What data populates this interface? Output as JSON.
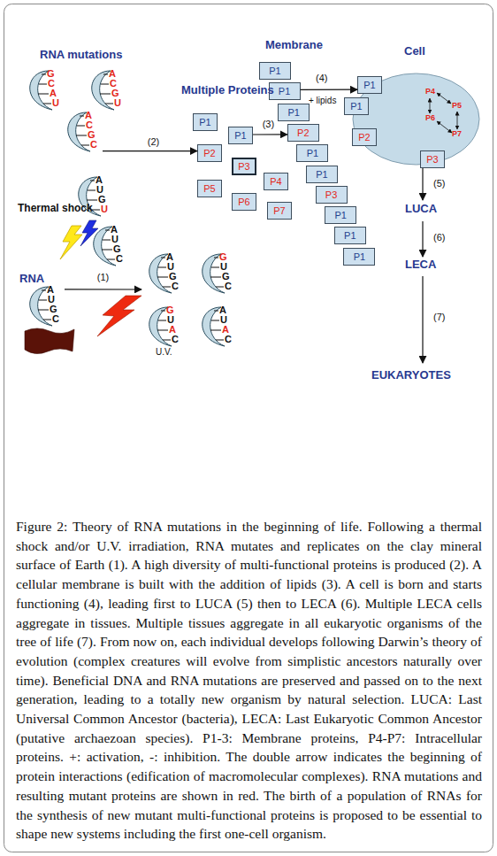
{
  "diagram": {
    "caption": "Figure 2: Theory of RNA mutations in the beginning of life. Following a thermal shock and/or U.V. irradiation, RNA mutates and replicates on the clay mineral surface of Earth (1). A high diversity of multi-functional proteins is produced (2). A cellular membrane is built with the addition of lipids (3). A cell is born and starts functioning (4), leading first to LUCA (5) then to LECA (6). Multiple LECA cells aggregate in tissues. Multiple tissues aggregate in all eukaryotic organisms of the tree of life (7). From now on, each individual develops following Darwin’s theory of evolution (complex creatures will evolve from simplistic ancestors naturally over time). Beneficial DNA and RNA mutations are preserved and passed on to the next generation, leading to a totally new organism by natural selection. LUCA: Last Universal Common Ancestor (bacteria), LECA: Last Eukaryotic Common Ancestor (putative archaezoan species). P1-3: Membrane proteins, P4-P7: Intracellular proteins. +: activation, -: inhibition. The double arrow indicates the beginning of protein interactions (edification of macromolecular complexes). RNA mutations and resulting mutant proteins are shown in red. The birth of a population of RNAs for the synthesis of new mutant multi-functional proteins is proposed to be essential to shape new systems including the first one-cell organism.",
    "nodes": [
      {
        "text": [
          "G",
          "C",
          "A",
          "U"
        ]
      },
      {
        "text": [
          "A",
          "C",
          "G",
          "U"
        ]
      },
      {
        "text": [
          "A",
          "C",
          "G",
          "C"
        ]
      },
      {
        "text": [
          "A",
          "U",
          "G",
          "U"
        ]
      },
      {
        "text": [
          "A",
          "U",
          "G",
          "C"
        ]
      },
      {
        "text": [
          "A",
          "U",
          "G",
          "C"
        ]
      },
      {
        "text": [
          "A",
          "U",
          "G",
          "C"
        ]
      },
      {
        "text": [
          "G",
          "U",
          "G",
          "C"
        ]
      },
      {
        "text": [
          "G",
          "U",
          "A",
          "C"
        ]
      },
      {
        "text": [
          "A",
          "U",
          "A",
          "C"
        ]
      },
      {
        "text": [
          "P1"
        ]
      },
      {
        "text": [
          "P1"
        ]
      },
      {
        "text": [
          "P2"
        ]
      },
      {
        "text": [
          "P3"
        ]
      },
      {
        "text": [
          "P4"
        ]
      },
      {
        "text": [
          "P5"
        ]
      },
      {
        "text": [
          "P6"
        ]
      },
      {
        "text": [
          "P7"
        ]
      },
      {
        "text": [
          "P1"
        ]
      },
      {
        "text": [
          "P1"
        ]
      },
      {
        "text": [
          "P1"
        ]
      },
      {
        "text": [
          "P2"
        ]
      },
      {
        "text": [
          "P1"
        ]
      },
      {
        "text": [
          "P1"
        ]
      },
      {
        "text": [
          "P3"
        ]
      },
      {
        "text": [
          "P1"
        ]
      },
      {
        "text": [
          "P1"
        ]
      },
      {
        "text": [
          "P1"
        ]
      },
      {
        "text": [
          "Cell"
        ]
      },
      {
        "text": [
          "P1"
        ],
        "in": 28
      },
      {
        "text": [
          "P1"
        ],
        "in": 28
      },
      {
        "text": [
          "P2"
        ],
        "in": 28
      },
      {
        "text": [
          "P3"
        ],
        "in": 28
      }
    ],
    "edges": [
      {
        "from": 5,
        "to": 6,
        "arrow": "to",
        "label": "(1)"
      },
      {
        "from": 2,
        "to": 12,
        "arrow": "to",
        "label": "(2)"
      },
      {
        "from": 11,
        "to": 21,
        "arrow": "to",
        "label": "(3)"
      },
      {
        "from": 19,
        "to": 29,
        "arrow": "to",
        "label": "(4)"
      }
    ],
    "labels": [
      "RNA mutations",
      "Multiple Proteins",
      "Membrane",
      "+ lipids",
      "Thermal shock",
      "RNA",
      "U.V.",
      "(5)",
      "LUCA",
      "(6)",
      "LECA",
      "(7)",
      "EUKARYOTES",
      "P4",
      "P5",
      "P6",
      "P7"
    ]
  }
}
